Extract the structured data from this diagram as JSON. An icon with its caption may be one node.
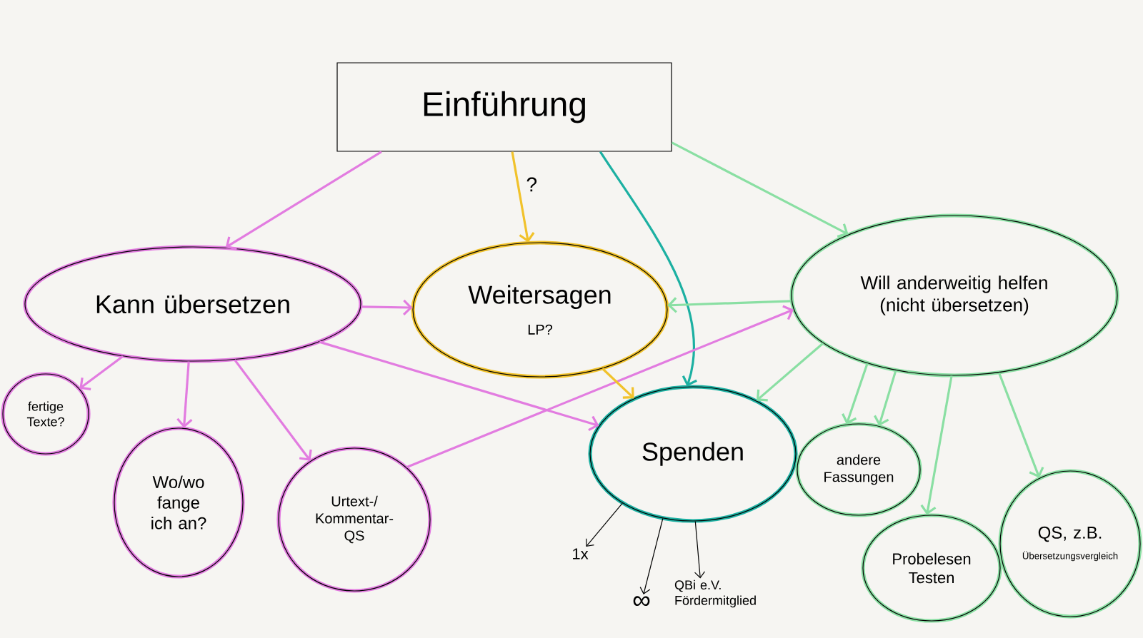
{
  "diagram": {
    "nodes": [
      {
        "text": [
          "Einführung"
        ]
      },
      {
        "text": [
          "Kann übersetzen"
        ]
      },
      {
        "text": [
          "Weitersagen",
          "LP?"
        ]
      },
      {
        "text": [
          "Will anderweitig helfen (nicht übersetzen)"
        ]
      },
      {
        "text": [
          "fertige Texte?"
        ]
      },
      {
        "text": [
          "Wo/wo fange ich an?"
        ]
      },
      {
        "text": [
          "Urtext-/ Kommentar- QS"
        ]
      },
      {
        "text": [
          "Spenden"
        ]
      },
      {
        "text": [
          "andere Fassungen"
        ]
      },
      {
        "text": [
          "QS, z.B.",
          "Übersetzungsvergleich"
        ]
      },
      {
        "text": [
          "Probelesen Testen"
        ]
      },
      {
        "text": [
          "1x"
        ]
      },
      {
        "text": [
          "∞"
        ]
      },
      {
        "text": [
          "QBi e.V. Fördermitglied"
        ]
      }
    ],
    "edges": [
      {
        "from": 0,
        "to": 1,
        "arrow": "to",
        "color": "#e27ce0"
      },
      {
        "from": 0,
        "to": 2,
        "arrow": "to",
        "color": "#f1c22b",
        "label": "?"
      },
      {
        "from": 0,
        "to": 7,
        "arrow": "to",
        "color": "#1cb0a2"
      },
      {
        "from": 0,
        "to": 3,
        "arrow": "to",
        "color": "#8adfa3"
      },
      {
        "from": 1,
        "to": 2,
        "arrow": "to",
        "color": "#e27ce0"
      },
      {
        "from": 1,
        "to": 7,
        "arrow": "to",
        "color": "#e27ce0"
      },
      {
        "from": 1,
        "to": 4,
        "arrow": "to",
        "color": "#e27ce0"
      },
      {
        "from": 1,
        "to": 5,
        "arrow": "to",
        "color": "#e27ce0"
      },
      {
        "from": 1,
        "to": 6,
        "arrow": "to",
        "color": "#e27ce0"
      },
      {
        "from": 6,
        "to": 3,
        "arrow": "to",
        "color": "#e27ce0"
      },
      {
        "from": 2,
        "to": 7,
        "arrow": "to",
        "color": "#f1c22b"
      },
      {
        "from": 3,
        "to": 2,
        "arrow": "to",
        "color": "#8adfa3"
      },
      {
        "from": 3,
        "to": 7,
        "arrow": "to",
        "color": "#8adfa3"
      },
      {
        "from": 3,
        "to": 8,
        "arrow": "to",
        "color": "#8adfa3"
      },
      {
        "from": 3,
        "to": 8,
        "arrow": "to",
        "color": "#8adfa3"
      },
      {
        "from": 3,
        "to": 10,
        "arrow": "to",
        "color": "#8adfa3"
      },
      {
        "from": 3,
        "to": 9,
        "arrow": "to",
        "color": "#8adfa3"
      },
      {
        "from": 7,
        "to": 11,
        "arrow": "to",
        "color": "#000000"
      },
      {
        "from": 7,
        "to": 12,
        "arrow": "to",
        "color": "#000000"
      },
      {
        "from": 7,
        "to": 13,
        "arrow": "to",
        "color": "#000000"
      }
    ]
  }
}
